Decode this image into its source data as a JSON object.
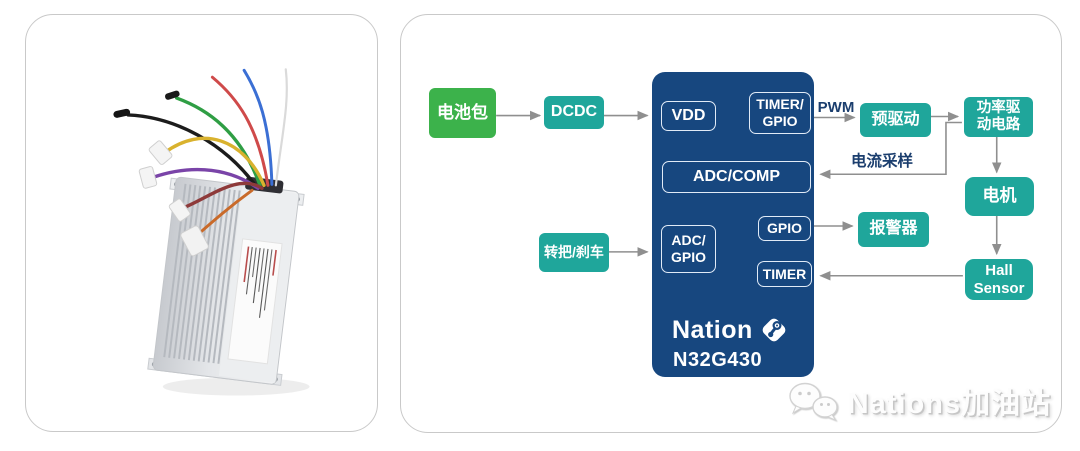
{
  "left_card": {
    "photo": "motor-controller-photo"
  },
  "diagram": {
    "battery_label": "电池包",
    "dcdc_label": "DCDC",
    "throttle_brake_label": "转把/刹车",
    "pwm_label": "PWM",
    "current_sampling_label": "电流采样",
    "predriver_label": "预驱动",
    "power_drive": {
      "line1": "功率驱",
      "line2": "动电路"
    },
    "motor_label": "电机",
    "alarm_label": "报警器",
    "hall_sensor": {
      "line1": "Hall",
      "line2": "Sensor"
    },
    "mcu": {
      "vdd_label": "VDD",
      "timer_gpio": {
        "line1": "TIMER/",
        "line2": "GPIO"
      },
      "adc_comp_label": "ADC/COMP",
      "gpio_label": "GPIO",
      "adc_gpio": {
        "line1": "ADC/",
        "line2": "GPIO"
      },
      "timer_label": "TIMER",
      "brand": "Nation",
      "part_number": "N32G430"
    }
  },
  "watermark": {
    "icon": "wechat-icon",
    "text": "Nations加油站"
  },
  "colors": {
    "battery_green": "#3cb24b",
    "module_teal": "#1fa69b",
    "mcu_blue": "#17477f",
    "arrow_gray": "#8f8f8f",
    "flow_label_navy": "#1b3e6e",
    "card_border": "#c9c9c9"
  }
}
